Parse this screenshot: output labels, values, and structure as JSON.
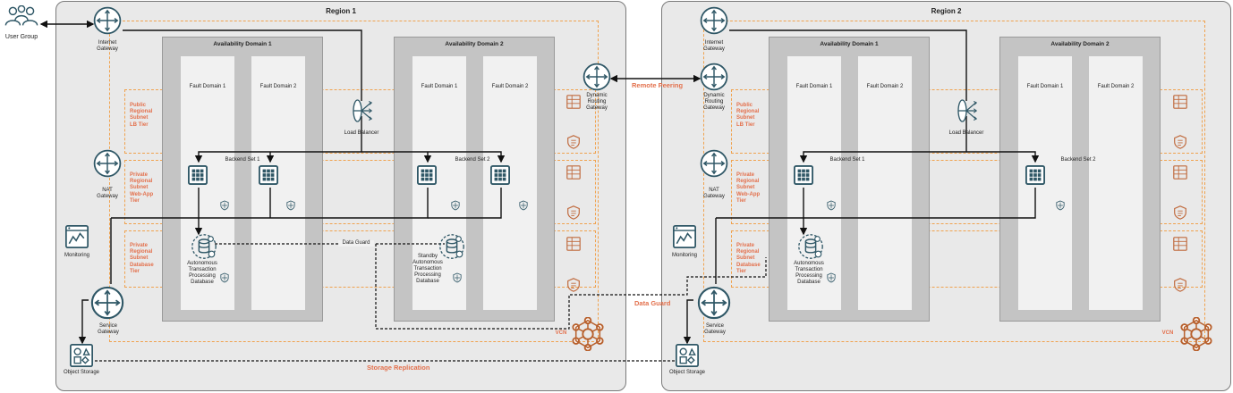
{
  "external": {
    "user_group": "User Group"
  },
  "links": {
    "remote_peering": "Remote Peering",
    "data_guard_cross": "Data Guard",
    "storage_replication": "Storage Replication"
  },
  "region1": {
    "title": "Region 1",
    "internet_gateway": "Internet\nGateway",
    "nat_gateway": "NAT\nGateway",
    "monitoring": "Monitoring",
    "service_gateway": "Service\nGateway",
    "object_storage": "Object Storage",
    "dynamic_routing_gateway": "Dynamic\nRouting\nGateway",
    "vcn": "VCN",
    "subnets": [
      "Public\nRegional\nSubnet\nLB Tier",
      "Private\nRegional\nSubnet\nWeb-App\nTier",
      "Private\nRegional\nSubnet\nDatabase\nTier"
    ],
    "ad1": {
      "title": "Availability Domain 1",
      "fd1": "Fault Domain 1",
      "fd2": "Fault Domain 2"
    },
    "ad2": {
      "title": "Availability Domain 2",
      "fd1": "Fault Domain 1",
      "fd2": "Fault Domain 2"
    },
    "load_balancer": "Load Balancer",
    "backend_set_1": "Backend Set 1",
    "backend_set_2": "Backend Set 2",
    "primary_db": "Autonomous\nTransaction\nProcessing\nDatabase",
    "standby_db": "Standby\nAutonomous\nTransaction\nProcessing\nDatabase",
    "data_guard": "Data Guard"
  },
  "region2": {
    "title": "Region 2",
    "internet_gateway": "Internet\nGateway",
    "nat_gateway": "NAT\nGateway",
    "monitoring": "Monitoring",
    "service_gateway": "Service\nGateway",
    "object_storage": "Object Storage",
    "dynamic_routing_gateway": "Dynamic\nRouting\nGateway",
    "vcn": "VCN",
    "subnets": [
      "Public\nRegional\nSubnet\nLB Tier",
      "Private\nRegional\nSubnet\nWeb-App\nTier",
      "Private\nRegional\nSubnet\nDatabase\nTier"
    ],
    "ad1": {
      "title": "Availability Domain 1",
      "fd1": "Fault Domain 1",
      "fd2": "Fault Domain 2"
    },
    "ad2": {
      "title": "Availability Domain 2",
      "fd1": "Fault Domain 1",
      "fd2": "Fault Domain 2"
    },
    "load_balancer": "Load Balancer",
    "backend_set_1": "Backend Set 1",
    "backend_set_2": "Backend Set 2",
    "db": "Autonomous\nTransaction\nProcessing\nDatabase"
  },
  "colors": {
    "accent": "#e3704c",
    "dashed": "#f0a24e",
    "icon": "#2f5766",
    "vcn_icon": "#b8612e"
  }
}
